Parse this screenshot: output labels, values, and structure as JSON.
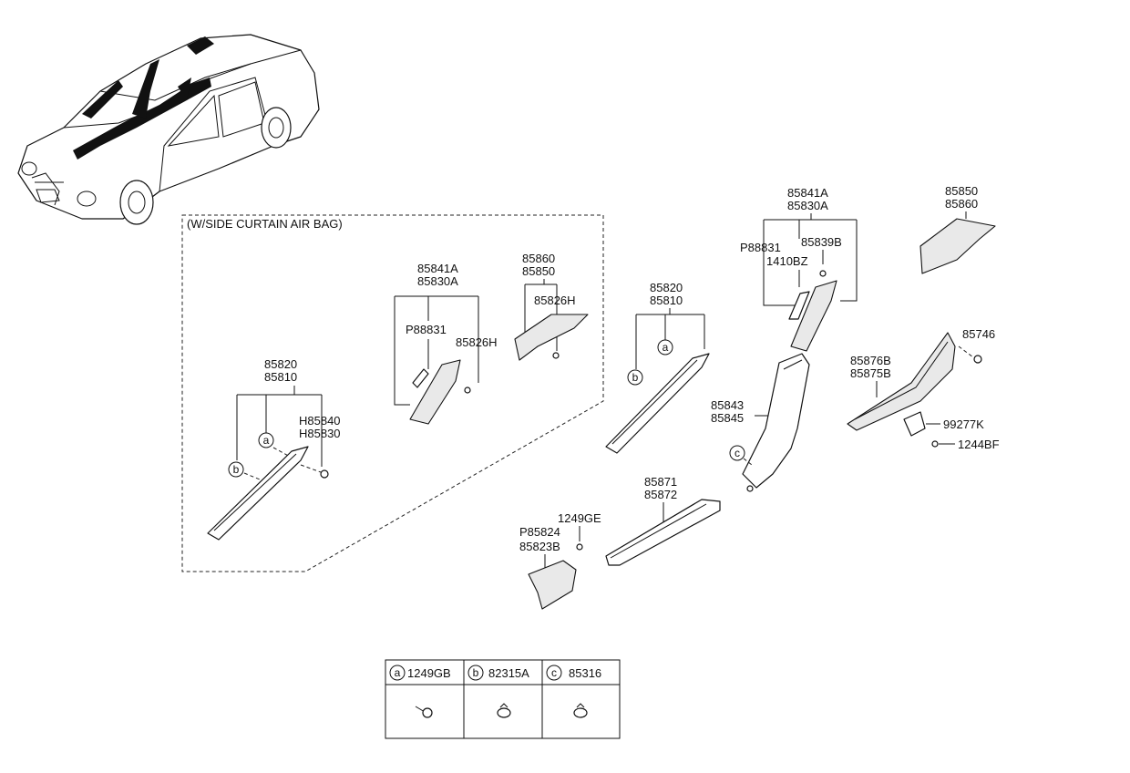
{
  "section_title": "(W/SIDE CURTAIN AIR BAG)",
  "labels": {
    "a_pillar_curtain": [
      "85820",
      "85810"
    ],
    "h_clip": [
      "H85840",
      "H85830"
    ],
    "mid_curtain": [
      "85841A",
      "85830A"
    ],
    "mid_curtain_clip": "85826H",
    "mid_curtain_bracket": "P88831",
    "upper_curtain": [
      "85860",
      "85850"
    ],
    "upper_curtain_clip": "85826H",
    "a_pillar": [
      "85820",
      "85810"
    ],
    "b_pillar_upper": [
      "85841A",
      "85830A"
    ],
    "b_pillar_bracket": "P88831",
    "b_pillar_clip": "85839B",
    "b_pillar_screw": "1410BZ",
    "quarter_trim": [
      "85850",
      "85860"
    ],
    "rear_step": [
      "85876B",
      "85875B"
    ],
    "rear_step_clip": "85746",
    "b_pillar_lower": [
      "85843",
      "85845"
    ],
    "bracket": "99277K",
    "bolt": "1244BF",
    "front_sill": [
      "85871",
      "85872"
    ],
    "cowl_bolt": "1249GE",
    "cowl_trim": [
      "P85824",
      "85823B"
    ]
  },
  "markers": {
    "a": "a",
    "b": "b",
    "c": "c"
  },
  "legend": [
    {
      "marker": "a",
      "part": "1249GB"
    },
    {
      "marker": "b",
      "part": "82315A"
    },
    {
      "marker": "c",
      "part": "85316"
    }
  ]
}
